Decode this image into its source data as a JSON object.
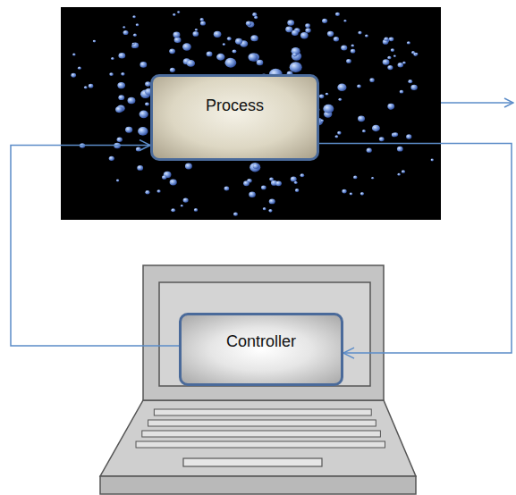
{
  "diagram": {
    "nodes": [
      {
        "text": [
          "Process"
        ]
      },
      {
        "text": [
          "Controller"
        ]
      }
    ],
    "edges": [
      {
        "from": 0,
        "to": 1,
        "arrow": "to"
      },
      {
        "from": 1,
        "to": 0,
        "arrow": "to"
      }
    ]
  }
}
